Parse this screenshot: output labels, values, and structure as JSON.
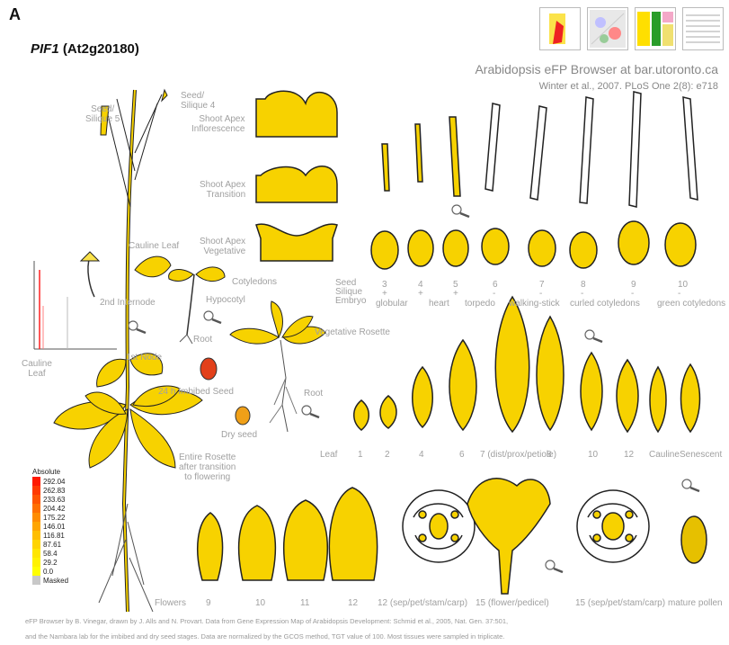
{
  "panel_letter": "A",
  "gene": {
    "name": "PIF1",
    "id": "(At2g20180)"
  },
  "browser": {
    "title": "Arabidopsis eFP Browser at bar.utoronto.ca",
    "citation": "Winter et al., 2007. PLoS One 2(8): e718"
  },
  "labels": {
    "seed_silique5": "Seed/\nSilique 5",
    "seed_silique4": "Seed/\nSilique 4",
    "shoot_apex_inflorescence": "Shoot Apex\nInflorescence",
    "shoot_apex_transition": "Shoot Apex\nTransition",
    "shoot_apex_vegetative": "Shoot Apex\nVegetative",
    "cauline_leaf_upper": "Cauline Leaf",
    "second_internode": "2nd Internode",
    "cotyledons": "Cotyledons",
    "hypocotyl": "Hypocotyl",
    "root_seedling": "Root",
    "first_node": "1st Node",
    "cauline_leaf_left": "Cauline\nLeaf",
    "vegetative_rosette": "Vegetative Rosette",
    "root_rosette": "Root",
    "imbibed_seed": "24 h Imbibed Seed",
    "dry_seed": "Dry seed",
    "entire_rosette": "Entire Rosette\nafter transition\nto flowering"
  },
  "seed_row": {
    "row_labels": [
      "Seed",
      "Silique",
      "Embryo"
    ],
    "numbers": [
      "3",
      "4",
      "5",
      "6",
      "7",
      "8",
      "9",
      "10"
    ],
    "pluses": [
      "+",
      "+",
      "+",
      "-",
      "-",
      "-",
      "-",
      "-"
    ],
    "embryo_stages": [
      "globular",
      "heart",
      "torpedo",
      "walking-stick",
      "curled cotyledons",
      "green cotyledons"
    ]
  },
  "leaf_row": {
    "label": "Leaf",
    "items": [
      "1",
      "2",
      "4",
      "6",
      "7 (dist/prox/petiole)",
      "8",
      "10",
      "12",
      "Cauline",
      "Senescent"
    ]
  },
  "flower_row": {
    "label": "Flowers",
    "items": [
      "9",
      "10",
      "11",
      "12",
      "12 (sep/pet/stam/carp)",
      "15 (flower/pedicel)",
      "15 (sep/pet/stam/carp)",
      "mature pollen"
    ]
  },
  "legend": {
    "title": "Absolute",
    "entries": [
      {
        "value": "292.04",
        "color": "#ff1a00"
      },
      {
        "value": "262.83",
        "color": "#ff3a00"
      },
      {
        "value": "233.63",
        "color": "#ff5500"
      },
      {
        "value": "204.42",
        "color": "#ff7000"
      },
      {
        "value": "175.22",
        "color": "#ff8c00"
      },
      {
        "value": "146.01",
        "color": "#ffa500"
      },
      {
        "value": "116.81",
        "color": "#ffbe00"
      },
      {
        "value": "87.61",
        "color": "#ffd400"
      },
      {
        "value": "58.4",
        "color": "#ffe600"
      },
      {
        "value": "29.2",
        "color": "#fff200"
      },
      {
        "value": "0.0",
        "color": "#ffff00"
      },
      {
        "value": "Masked",
        "color": "#c8c8c8"
      }
    ]
  },
  "colors": {
    "tissue": "#f7d200",
    "tissue_light": "#fbe34a",
    "imbibed": "#e2401a",
    "dry": "#f0a018",
    "outline": "#222222"
  },
  "footer": {
    "line1": "eFP Browser by B. Vinegar, drawn by J. Alls and N. Provart. Data from Gene Expression Map of Arabidopsis Development: Schmid et al., 2005, Nat. Gen. 37:501,",
    "line2": "and the Nambara lab for the imbibed and dry seed stages. Data are normalized by the GCOS method, TGT value of 100. Most tissues were sampled in triplicate."
  }
}
